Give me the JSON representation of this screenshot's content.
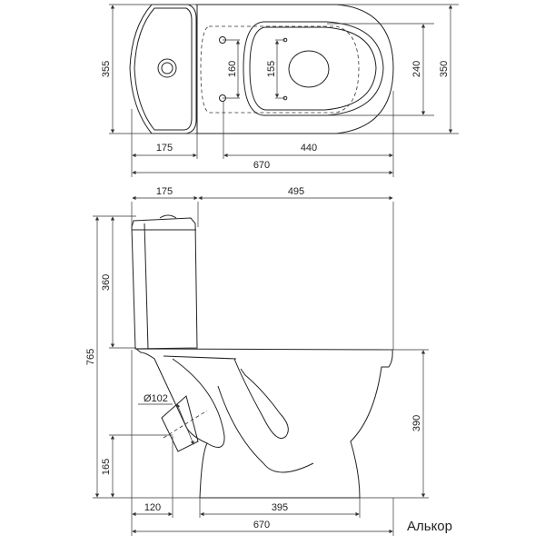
{
  "top_view": {
    "dims": {
      "tank_depth": "355",
      "bolt_spacing": "160",
      "seat_holes": "155",
      "seat_width": "240",
      "bowl_width": "350",
      "tank_length": "175",
      "bowl_length": "440",
      "total_length": "670"
    }
  },
  "side_view": {
    "dims": {
      "tank_length": "175",
      "bowl_length": "495",
      "total_height": "765",
      "tank_height": "360",
      "bowl_height": "390",
      "outlet_height": "165",
      "outlet_diameter": "Ø102",
      "outlet_offset": "120",
      "foot_length": "395",
      "total_length": "670"
    }
  },
  "model_name": "Алькор"
}
